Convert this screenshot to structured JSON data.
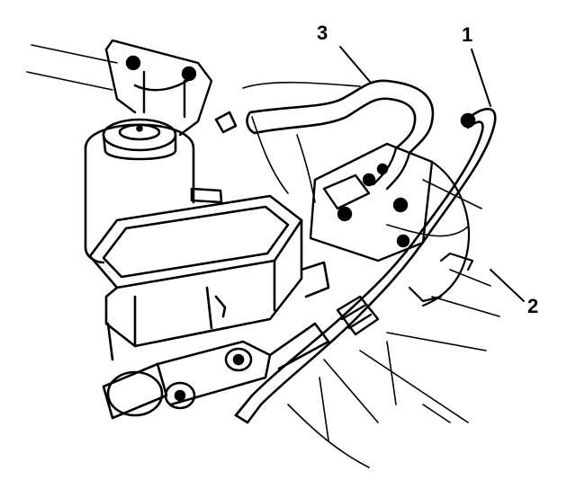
{
  "callouts": [
    {
      "id": "1",
      "label": "1"
    },
    {
      "id": "2",
      "label": "2"
    },
    {
      "id": "3",
      "label": "3"
    }
  ],
  "colors": {
    "ink": "#000000",
    "background": "#ffffff"
  }
}
